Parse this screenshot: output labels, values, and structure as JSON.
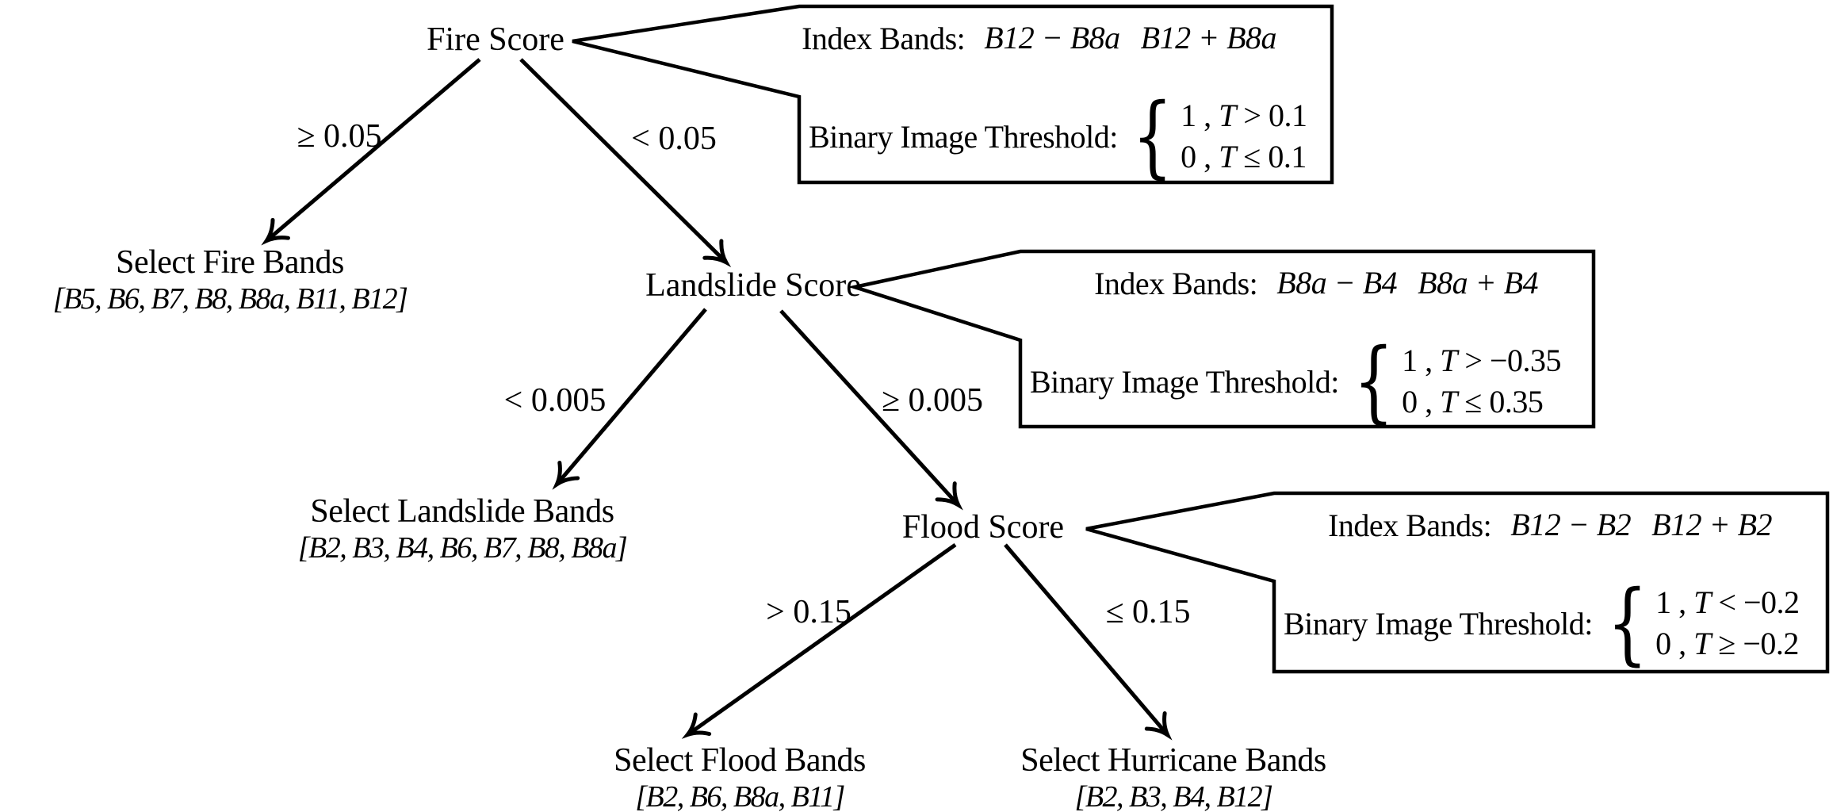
{
  "nodes": {
    "fire": "Fire Score",
    "landslide": "Landslide Score",
    "flood": "Flood Score"
  },
  "edge_labels": {
    "fire_left": "≥ 0.05",
    "fire_right": "< 0.05",
    "landslide_left": "< 0.005",
    "landslide_right": "≥ 0.005",
    "flood_left": "> 0.15",
    "flood_right": "≤ 0.15"
  },
  "leaves": {
    "fire": {
      "title": "Select Fire Bands",
      "bands": "[B5, B6, B7, B8, B8a, B11, B12]"
    },
    "landslide": {
      "title": "Select Landslide Bands",
      "bands": "[B2, B3, B4, B6, B7, B8, B8a]"
    },
    "flood": {
      "title": "Select Flood Bands",
      "bands": "[B2, B6, B8a, B11]"
    },
    "hurricane": {
      "title": "Select Hurricane Bands",
      "bands": "[B2, B3, B4, B12]"
    }
  },
  "callouts": {
    "fire": {
      "index_label": "Index Bands:",
      "numerator": "B12 − B8a",
      "denominator": "B12 + B8a",
      "threshold_label": "Binary Image Threshold:",
      "case1": {
        "value": "1",
        "separator": " , ",
        "variable": "T",
        "condition": " > 0.1"
      },
      "case2": {
        "value": "0",
        "separator": " , ",
        "variable": "T",
        "condition": " ≤ 0.1"
      }
    },
    "landslide": {
      "index_label": "Index Bands:",
      "numerator": "B8a − B4",
      "denominator": "B8a + B4",
      "threshold_label": "Binary Image Threshold:",
      "case1": {
        "value": "1",
        "separator": " , ",
        "variable": "T",
        "condition": " > −0.35"
      },
      "case2": {
        "value": "0",
        "separator": " , ",
        "variable": "T",
        "condition": " ≤ 0.35"
      }
    },
    "flood": {
      "index_label": "Index Bands:",
      "numerator": "B12 − B2",
      "denominator": "B12 + B2",
      "threshold_label": "Binary Image Threshold:",
      "case1": {
        "value": "1",
        "separator": " , ",
        "variable": "T",
        "condition": " < −0.2"
      },
      "case2": {
        "value": "0",
        "separator": " , ",
        "variable": "T",
        "condition": " ≥ −0.2"
      }
    }
  },
  "colors": {
    "ink": "#000000",
    "background": "#ffffff"
  }
}
